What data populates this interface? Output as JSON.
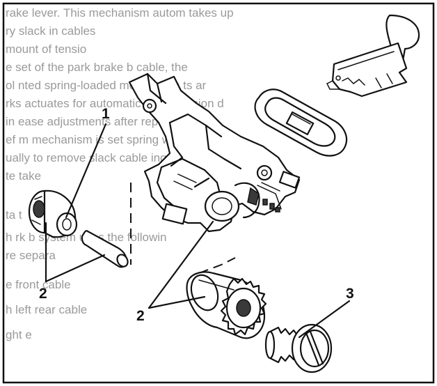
{
  "callouts": {
    "label_1": "1",
    "label_2_left": "2",
    "label_2_right": "2",
    "label_3": "3"
  },
  "bleed_through_text": [
    "rake lever. This mechanism autom   takes up",
    "ry slack in   cables",
    "mount of tensio",
    "e set of the park brake   b   cable, the",
    "ol   nted   spring-loaded   mechanism   ts ar",
    "   rks   actuates   for automatic   cable tension   d",
    "in    ease   adjustments   after   replacement",
    "   ef   m   mechanism   is   set   spring   will",
    "   ually   to   remove   slack   cable   ing   a",
    "   te    take",
    "   ta   t",
    "h   rk b   system uses the followin",
    "re   separa",
    "   e front cable",
    "   h left rear cable",
    "   ght   e"
  ],
  "colors": {
    "ink": "#111111",
    "background": "#ffffff",
    "bleed": "#9a9a9a"
  }
}
